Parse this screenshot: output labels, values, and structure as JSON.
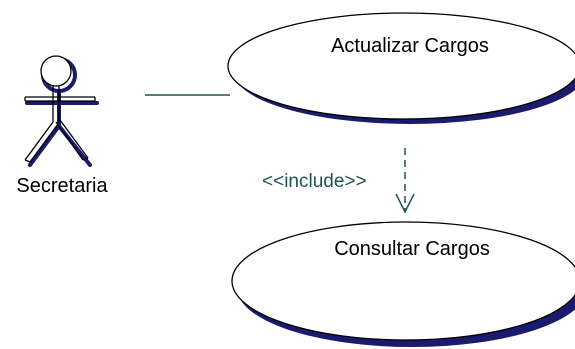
{
  "actor": {
    "name": "Secretaria"
  },
  "use_cases": [
    {
      "label": "Actualizar Cargos"
    },
    {
      "label": "Consultar Cargos"
    }
  ],
  "relationship": {
    "stereotype": "<<include>>"
  },
  "colors": {
    "line": "#1f5454",
    "shadow": "#1a1a6e",
    "outline": "#000000",
    "fill": "#ffffff"
  }
}
